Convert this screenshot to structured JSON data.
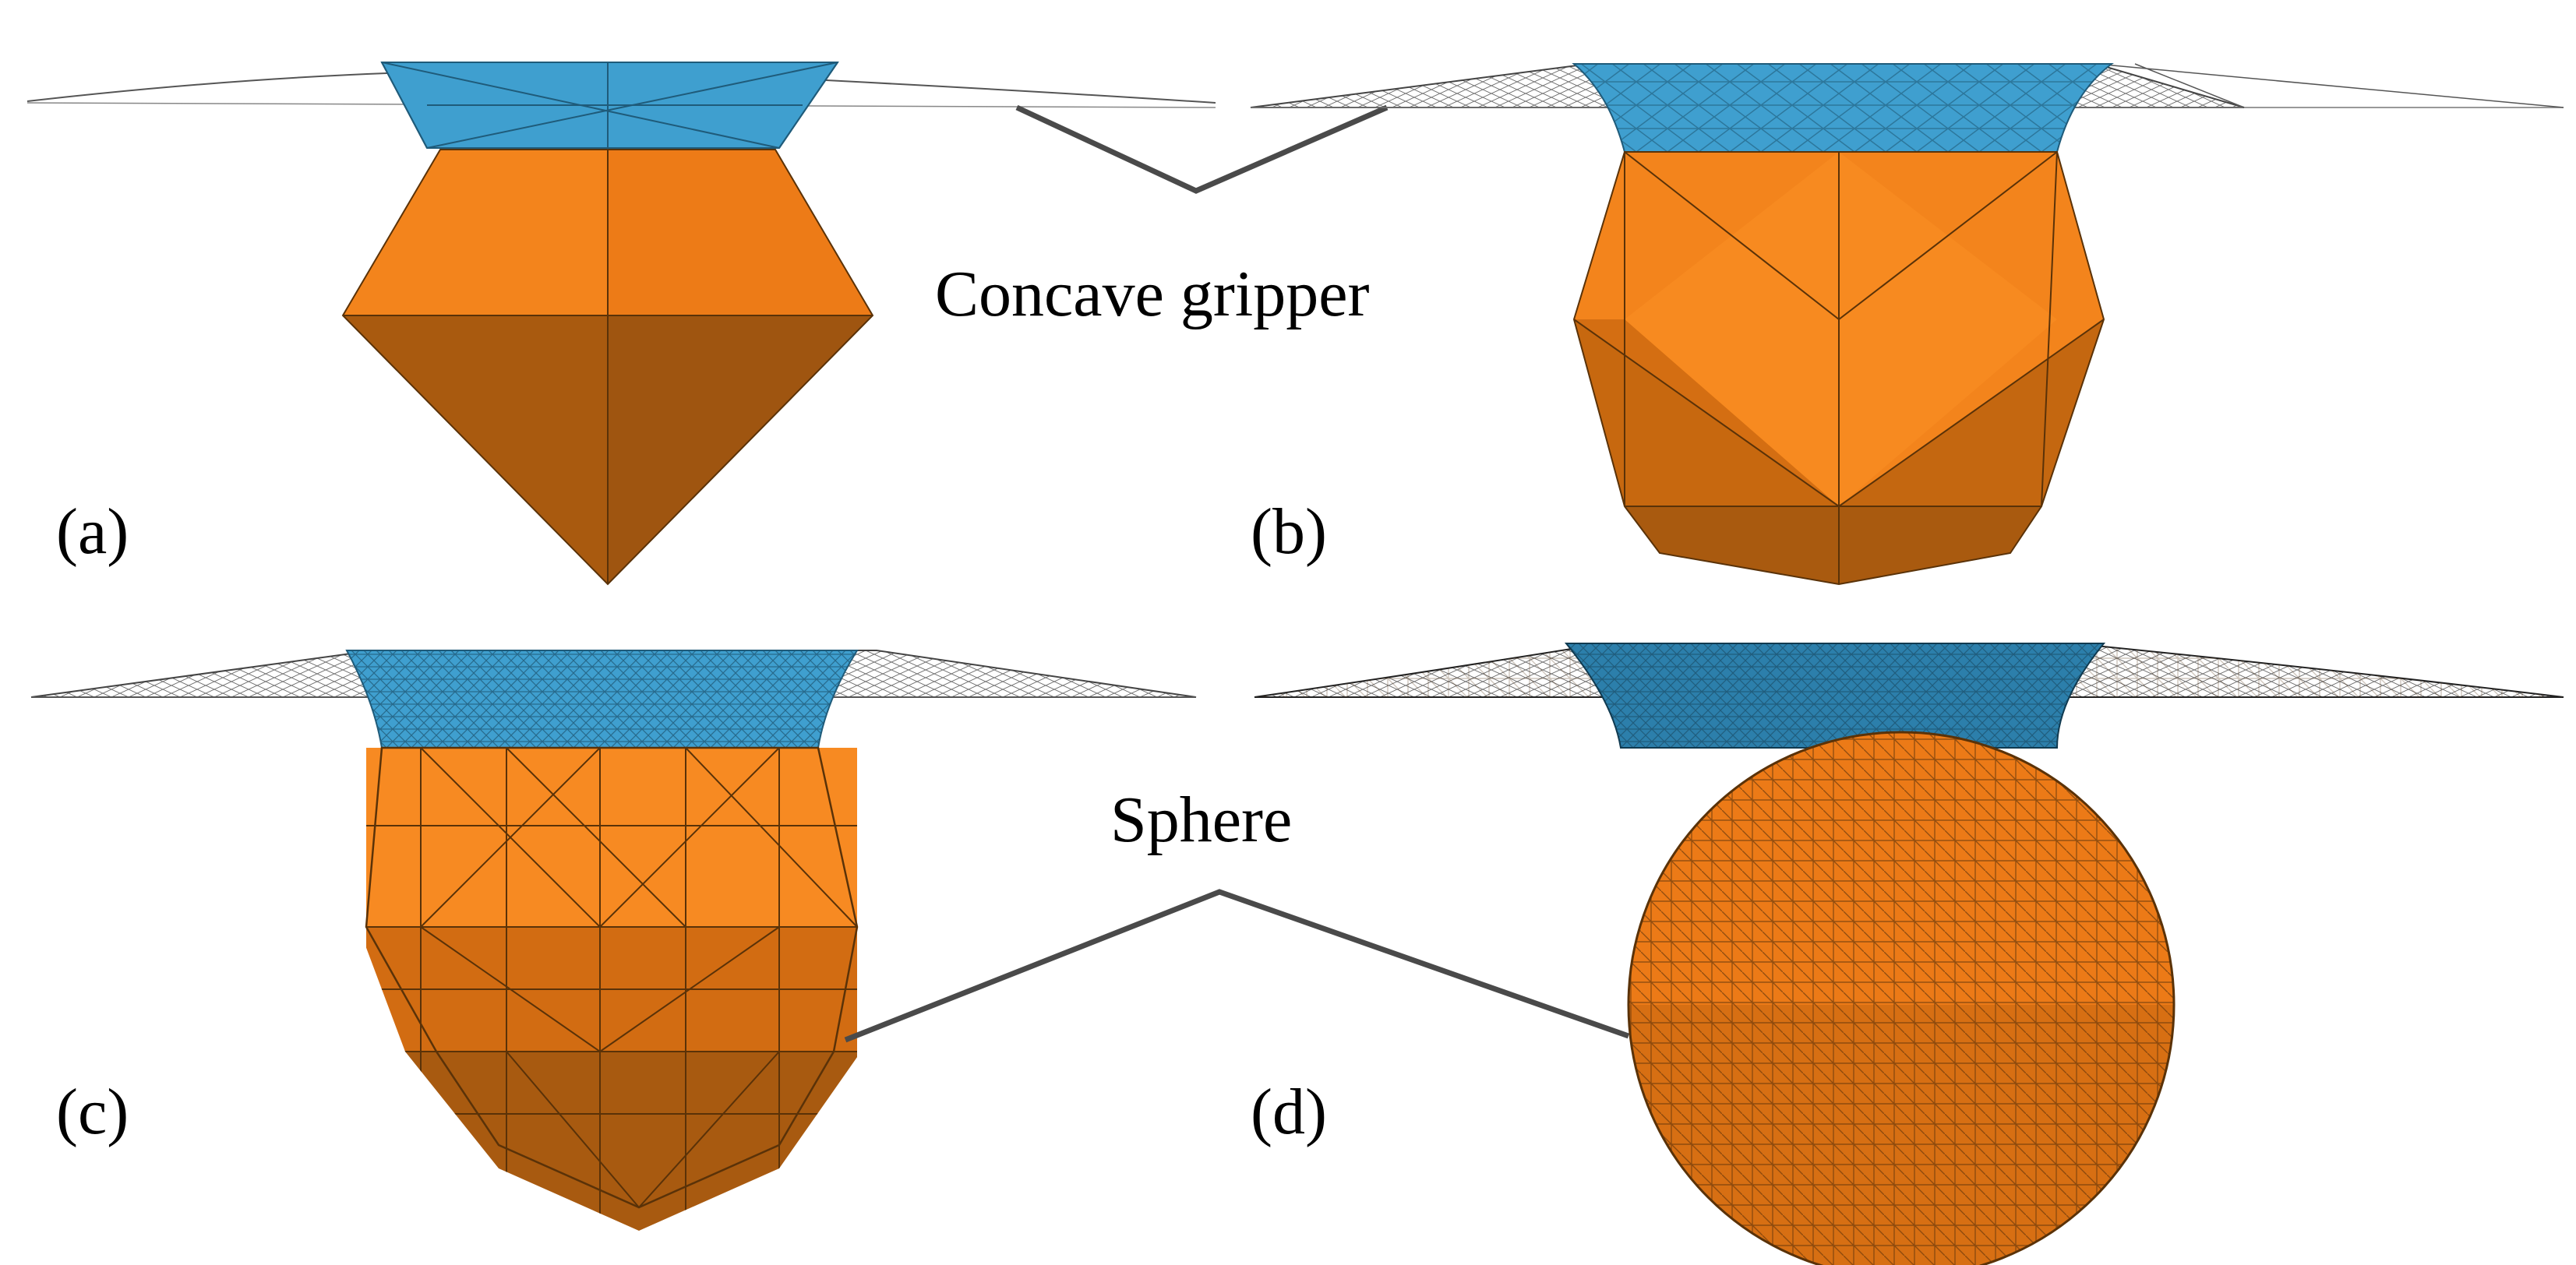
{
  "labels": {
    "concave": "Concave gripper",
    "sphere": "Sphere"
  },
  "panels": [
    {
      "id": "a",
      "label": "(a)"
    },
    {
      "id": "b",
      "label": "(b)"
    },
    {
      "id": "c",
      "label": "(c)"
    },
    {
      "id": "d",
      "label": "(d)"
    }
  ],
  "colors": {
    "gripper": "#3f9fcf",
    "gripper_dark": "#2a7da8",
    "object_light": "#f3841c",
    "object_mid": "#e07310",
    "object_dark": "#a95a0f",
    "edges": "#2b2b2b",
    "leader": "#4a4a4a"
  }
}
